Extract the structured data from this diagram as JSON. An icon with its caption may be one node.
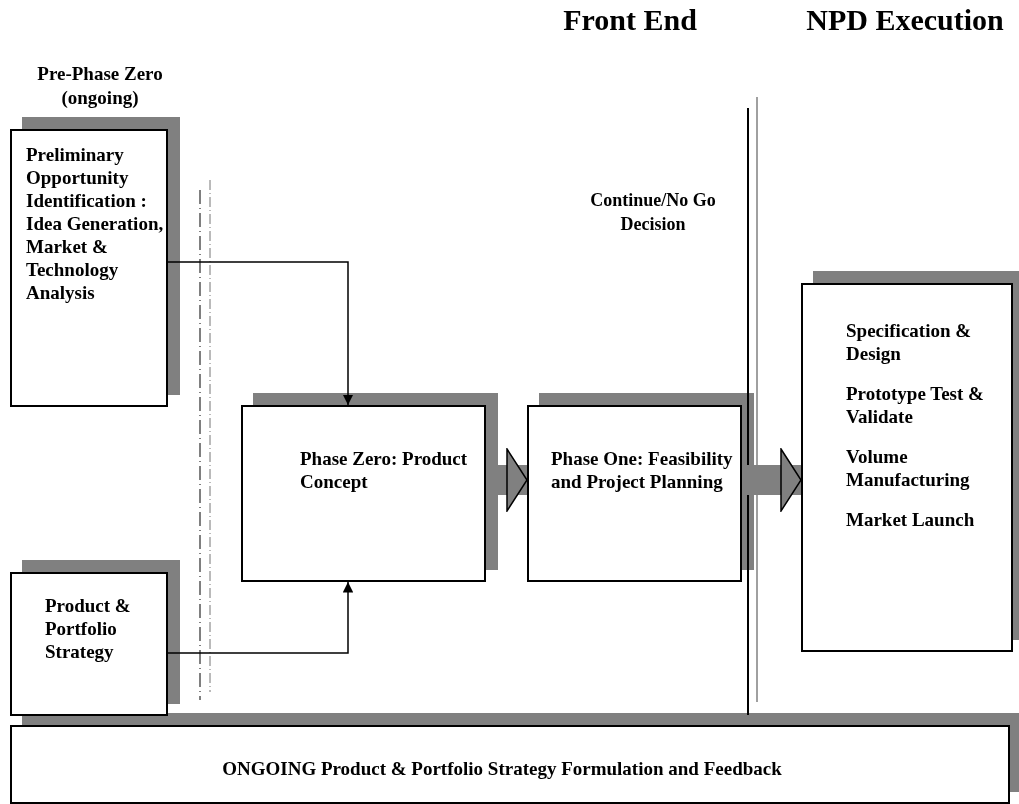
{
  "diagram": {
    "nodes": [
      {
        "text": [
          "Preliminary Opportunity Identification : Idea Generation, Market & Technology Analysis"
        ]
      },
      {
        "text": [
          "Phase Zero: Product Concept"
        ]
      },
      {
        "text": [
          "Phase One: Feasibility and Project Planning"
        ]
      },
      {
        "text": [
          "Specification & Design",
          "Prototype Test & Validate",
          "Volume Manufacturing",
          "Market Launch"
        ]
      },
      {
        "text": [
          "Product & Portfolio Strategy"
        ]
      },
      {
        "text": [
          "ONGOING Product & Portfolio Strategy Formulation and Feedback"
        ]
      }
    ],
    "edges": [
      {
        "from": 0,
        "to": 1,
        "arrow": "to"
      },
      {
        "from": 4,
        "to": 1,
        "arrow": "to"
      },
      {
        "from": 1,
        "to": 2,
        "arrow": "to",
        "style": "thick",
        "color": "#808080"
      },
      {
        "from": 2,
        "to": 3,
        "arrow": "to",
        "style": "thick",
        "color": "#808080"
      }
    ],
    "labels": [
      "Front End",
      "NPD Execution",
      "Pre-Phase Zero (ongoing)",
      "Continue/No Go Decision"
    ]
  }
}
